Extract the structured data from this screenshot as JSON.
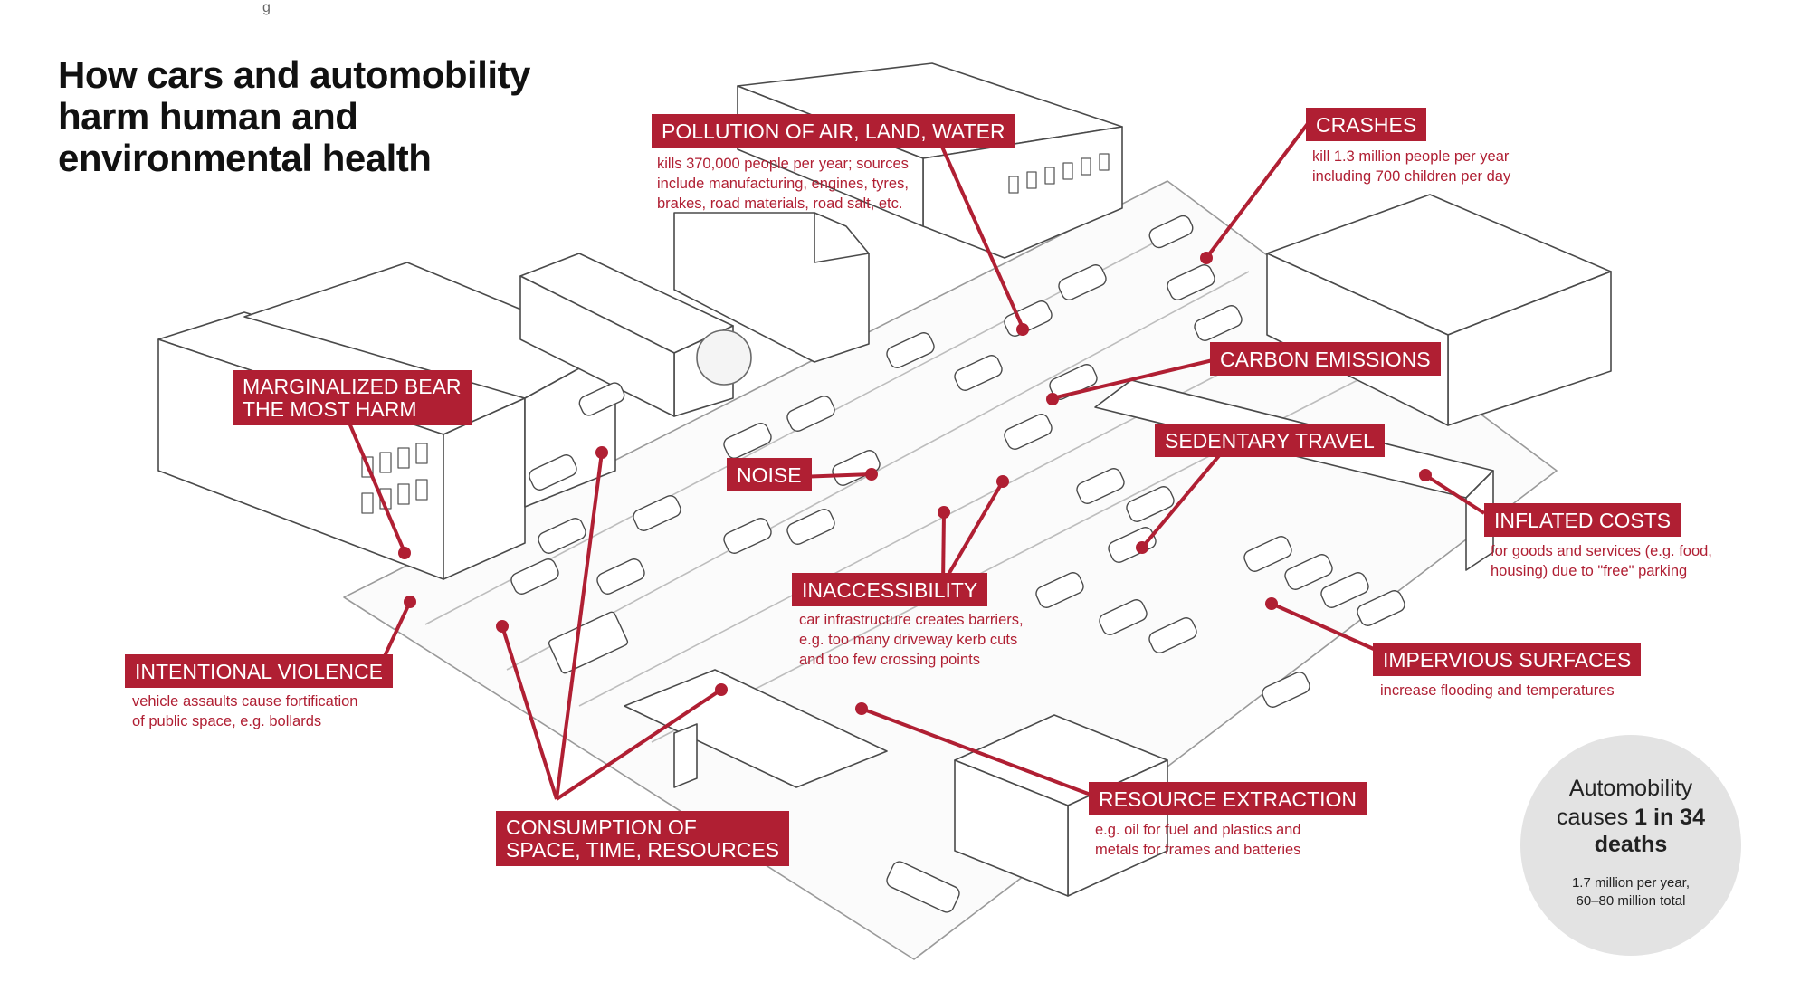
{
  "top_caption": "g",
  "title_lines": [
    "How cars and automobility",
    "harm human and",
    "environmental health"
  ],
  "accent_color": "#b01f33",
  "labels": {
    "pollution": {
      "title": "POLLUTION OF AIR, LAND, WATER",
      "desc": [
        "kills 370,000 people per year; sources",
        "include manufacturing, engines, tyres,",
        "brakes, road materials, road salt, etc."
      ]
    },
    "crashes": {
      "title": "CRASHES",
      "desc": [
        "kill 1.3 million people per year",
        "including 700 children per day"
      ]
    },
    "marginalized": {
      "lines": [
        "MARGINALIZED BEAR",
        "THE MOST HARM"
      ]
    },
    "carbon": {
      "title": "CARBON EMISSIONS"
    },
    "sedentary": {
      "title": "SEDENTARY TRAVEL"
    },
    "noise": {
      "title": "NOISE"
    },
    "inflated": {
      "title": "INFLATED COSTS",
      "desc": [
        "for goods and services (e.g. food,",
        "housing) due to \"free\" parking"
      ]
    },
    "inaccessibility": {
      "title": "INACCESSIBILITY",
      "desc": [
        "car infrastructure creates barriers,",
        "e.g. too many driveway kerb cuts",
        "and too few crossing points"
      ]
    },
    "violence": {
      "title": "INTENTIONAL VIOLENCE",
      "desc": [
        "vehicle assaults cause fortification",
        "of public space, e.g. bollards"
      ]
    },
    "impervious": {
      "title": "IMPERVIOUS SURFACES",
      "desc": [
        "increase flooding and temperatures"
      ]
    },
    "resource": {
      "title": "RESOURCE EXTRACTION",
      "desc": [
        "e.g. oil for fuel and plastics and",
        "metals for frames and batteries"
      ]
    },
    "consumption": {
      "lines": [
        "CONSUMPTION OF",
        "SPACE, TIME, RESOURCES"
      ]
    }
  },
  "stat": {
    "line1": "Automobility",
    "line2_prefix": "causes",
    "line2_bold": "1 in 34",
    "line3": "deaths",
    "line4": "1.7 million per year,",
    "line5": "60–80 million total"
  }
}
